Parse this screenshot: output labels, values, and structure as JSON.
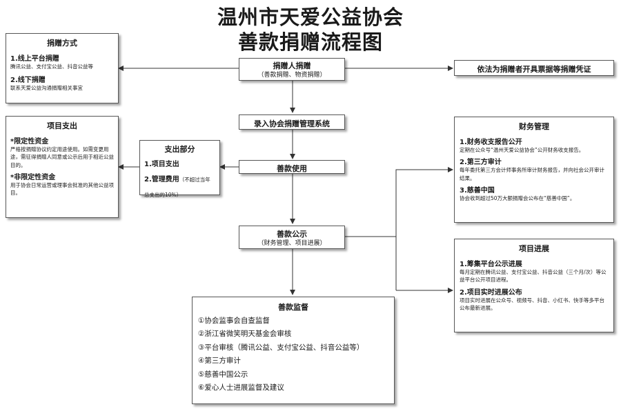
{
  "title": {
    "line1": "温州市天爱公益协会",
    "line2": "善款捐赠流程图"
  },
  "donor": {
    "title": "捐赠人捐赠",
    "sub": "（善款捐赠、物资捐赠）"
  },
  "receipt": "依法为捐赠者开具票据等捐赠凭证",
  "record": "录入协会捐赠管理系统",
  "usage": "善款使用",
  "publicity": {
    "title": "善款公示",
    "sub": "（财务管理、项目进展）"
  },
  "donation_methods": {
    "title": "捐赠方式",
    "items": [
      {
        "head": "1.线上平台捐赠",
        "text": "腾讯公益、支付宝公益、抖音公益等"
      },
      {
        "head": "2.线下捐赠",
        "text": "联系天爱公益沟通捐赠相关事宜"
      }
    ]
  },
  "expenditure": {
    "title": "支出部分",
    "item1": "1.项目支出",
    "item2": "2.管理费用",
    "item2_note": "（不超过当年总支出的10%）"
  },
  "project_spending": {
    "title": "项目支出",
    "restricted_head": "*限定性资金",
    "restricted_text": "严格按捐赠协议约定用途使用。如需变更用途，需征得捐赠人同意或公示后用于相近公益目的。",
    "unrestricted_head": "*非限定性资金",
    "unrestricted_text": "用于协会日常运营或理事会批准的其他公益项目。"
  },
  "finance": {
    "title": "财务管理",
    "items": [
      {
        "head": "1.财务收支报告公开",
        "text": "定期在公众号“温州天爱公益协会”公开财务收支报告。"
      },
      {
        "head": "2.第三方审计",
        "text": "每年委托第三方会计师事务所审计财务报告，并向社会公开审计结果。"
      },
      {
        "head": "3.慈善中国",
        "text": "协会收到超过50万大额捐赠会公布在“慈善中国”。"
      }
    ]
  },
  "progress": {
    "title": "项目进展",
    "items": [
      {
        "head": "1.筹集平台公示进展",
        "text": "每月定期在腾讯公益、支付宝公益、抖音公益（三个月/次）等公益平台公开项目进程。"
      },
      {
        "head": "2.项目实时进展公布",
        "text": "项目实时进展在公众号、视频号、抖音、小红书、快手等多平台公布最新进展。"
      }
    ]
  },
  "supervision": {
    "title": "善款监督",
    "items": [
      "①协会监事会自查监督",
      "②浙江省微笑明天基金会审核",
      "③平台审核（腾讯公益、支付宝公益、抖音公益等）",
      "④第三方审计",
      "⑤慈善中国公示",
      "⑥爱心人士进展监督及建议"
    ]
  }
}
